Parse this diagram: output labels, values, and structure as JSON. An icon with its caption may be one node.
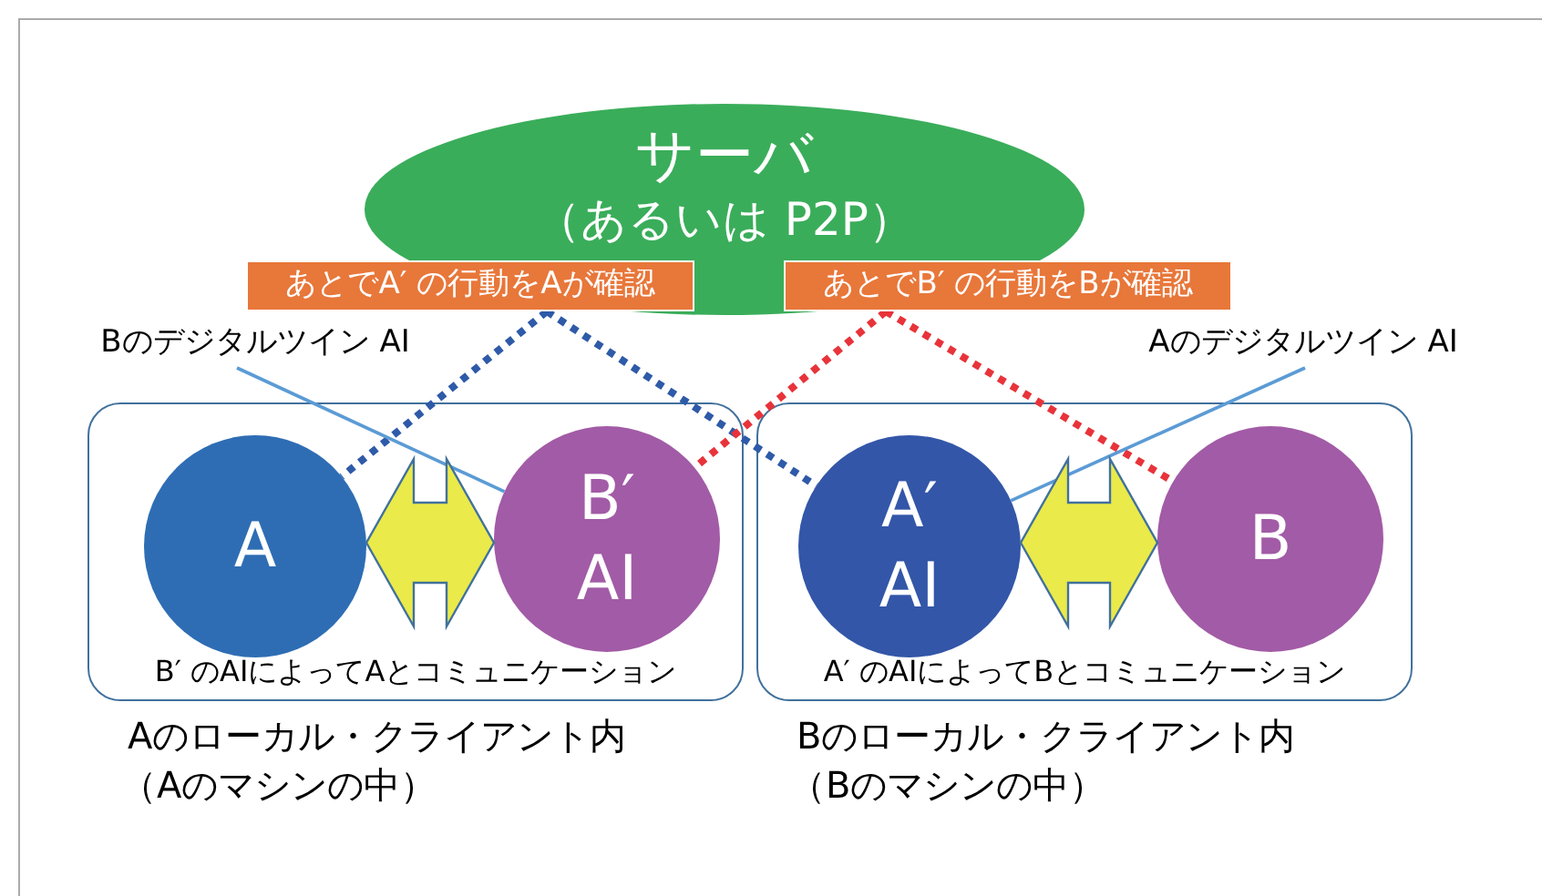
{
  "diagram": {
    "nodes": [
      {
        "text": [
          "サーバ",
          "（あるいは P2P）"
        ]
      },
      {
        "text": [
          "あとでA′ の行動をAが確認"
        ]
      },
      {
        "text": [
          "あとでB′ の行動をBが確認"
        ]
      },
      {
        "text": [
          "Bのデジタルツイン AI"
        ]
      },
      {
        "text": [
          "Aのデジタルツイン AI"
        ]
      },
      {
        "text": [
          "B′ のAIによってAとコミュニケーション",
          "Aのローカル・クライアント内",
          "（Aのマシンの中）"
        ]
      },
      {
        "text": [
          "A"
        ],
        "in": 5
      },
      {
        "text": [
          "B′ AI"
        ],
        "in": 5
      },
      {
        "text": [
          "A′ のAIによってBとコミュニケーション",
          "Bのローカル・クライアント内",
          "（Bのマシンの中）"
        ]
      },
      {
        "text": [
          "A′ AI"
        ],
        "in": 8
      },
      {
        "text": [
          "B"
        ],
        "in": 8
      }
    ],
    "edges": [
      {
        "from": 1,
        "to": 6,
        "arrow": "none",
        "style": "dashed",
        "color": "#2e5aa8"
      },
      {
        "from": 1,
        "to": 9,
        "arrow": "none",
        "style": "dashed",
        "color": "#2e5aa8"
      },
      {
        "from": 2,
        "to": 7,
        "arrow": "none",
        "style": "dashed",
        "color": "#e8333a"
      },
      {
        "from": 2,
        "to": 10,
        "arrow": "none",
        "style": "dashed",
        "color": "#e8333a"
      },
      {
        "from": 3,
        "to": 7,
        "arrow": "none",
        "color": "#5b9bd5"
      },
      {
        "from": 4,
        "to": 9,
        "arrow": "none",
        "color": "#5b9bd5"
      },
      {
        "from": 6,
        "to": 7,
        "arrow": "both",
        "style": "thick",
        "color": "#eaea4a"
      },
      {
        "from": 9,
        "to": 10,
        "arrow": "both",
        "style": "thick",
        "color": "#eaea4a"
      }
    ]
  }
}
